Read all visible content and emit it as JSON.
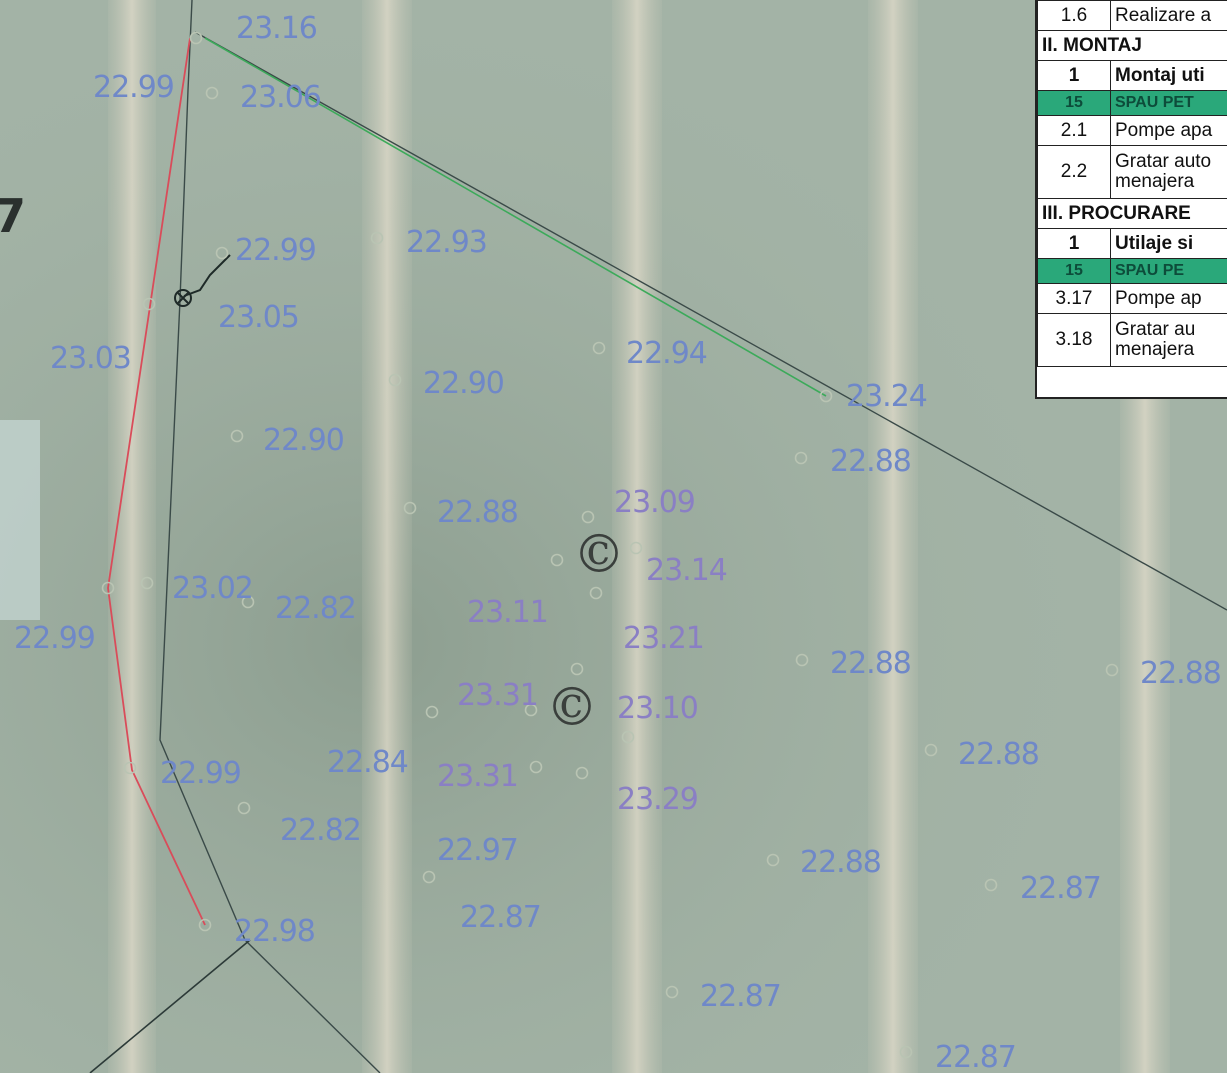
{
  "map": {
    "elevations": [
      {
        "id": "e1",
        "text": "23.16"
      },
      {
        "id": "e2",
        "text": "22.99"
      },
      {
        "id": "e3",
        "text": "23.06"
      },
      {
        "id": "e4",
        "text": "22.93"
      },
      {
        "id": "e5",
        "text": "22.99"
      },
      {
        "id": "e6",
        "text": "23.05"
      },
      {
        "id": "e7",
        "text": "23.03"
      },
      {
        "id": "e8",
        "text": "22.90"
      },
      {
        "id": "e9",
        "text": "22.94"
      },
      {
        "id": "e10",
        "text": "23.24"
      },
      {
        "id": "e11",
        "text": "22.90"
      },
      {
        "id": "e12",
        "text": "22.88"
      },
      {
        "id": "e13",
        "text": "22.88"
      },
      {
        "id": "e14",
        "text": "23.09"
      },
      {
        "id": "e15",
        "text": "23.14"
      },
      {
        "id": "e16",
        "text": "23.02"
      },
      {
        "id": "e17",
        "text": "22.82"
      },
      {
        "id": "e18",
        "text": "23.11"
      },
      {
        "id": "e19",
        "text": "23.21"
      },
      {
        "id": "e20",
        "text": "22.99"
      },
      {
        "id": "e21",
        "text": "22.88"
      },
      {
        "id": "e22",
        "text": "22.88"
      },
      {
        "id": "e23",
        "text": "23.31"
      },
      {
        "id": "e24",
        "text": "23.10"
      },
      {
        "id": "e25",
        "text": "22.99"
      },
      {
        "id": "e26",
        "text": "22.84"
      },
      {
        "id": "e27",
        "text": "23.31"
      },
      {
        "id": "e28",
        "text": "23.29"
      },
      {
        "id": "e29",
        "text": "22.88"
      },
      {
        "id": "e30",
        "text": "22.82"
      },
      {
        "id": "e31",
        "text": "22.97"
      },
      {
        "id": "e32",
        "text": "22.88"
      },
      {
        "id": "e33",
        "text": "22.87"
      },
      {
        "id": "e34",
        "text": "22.98"
      },
      {
        "id": "e35",
        "text": "22.87"
      },
      {
        "id": "e36",
        "text": "22.87"
      },
      {
        "id": "e37",
        "text": "22.87"
      }
    ],
    "symbols": {
      "c1": "©",
      "c2": "©",
      "margin_mark": "7"
    },
    "colors": {
      "boundary": "#d94c5a",
      "green_line": "#3caa5a",
      "survey_line": "#3a4a48",
      "label": "#6f88c8"
    }
  },
  "table": {
    "rows": [
      {
        "type": "row",
        "num": "1.6",
        "text": "Realizare a"
      },
      {
        "type": "sec",
        "text": "II. MONTAJ"
      },
      {
        "type": "bold",
        "num": "1",
        "text": "Montaj uti"
      },
      {
        "type": "green",
        "num": "15",
        "text": "SPAU PET"
      },
      {
        "type": "row",
        "num": "2.1",
        "text": "Pompe apa"
      },
      {
        "type": "tall",
        "num": "2.2",
        "text": "Gratar auto",
        "text2": "menajera"
      },
      {
        "type": "sec",
        "text": "III. PROCURARE"
      },
      {
        "type": "bold",
        "num": "1",
        "text": "Utilaje si"
      },
      {
        "type": "green",
        "num": "15",
        "text": "SPAU PE"
      },
      {
        "type": "row",
        "num": "3.17",
        "text": "Pompe ap"
      },
      {
        "type": "tall",
        "num": "3.18",
        "text": "Gratar au",
        "text2": "menajera"
      }
    ]
  }
}
